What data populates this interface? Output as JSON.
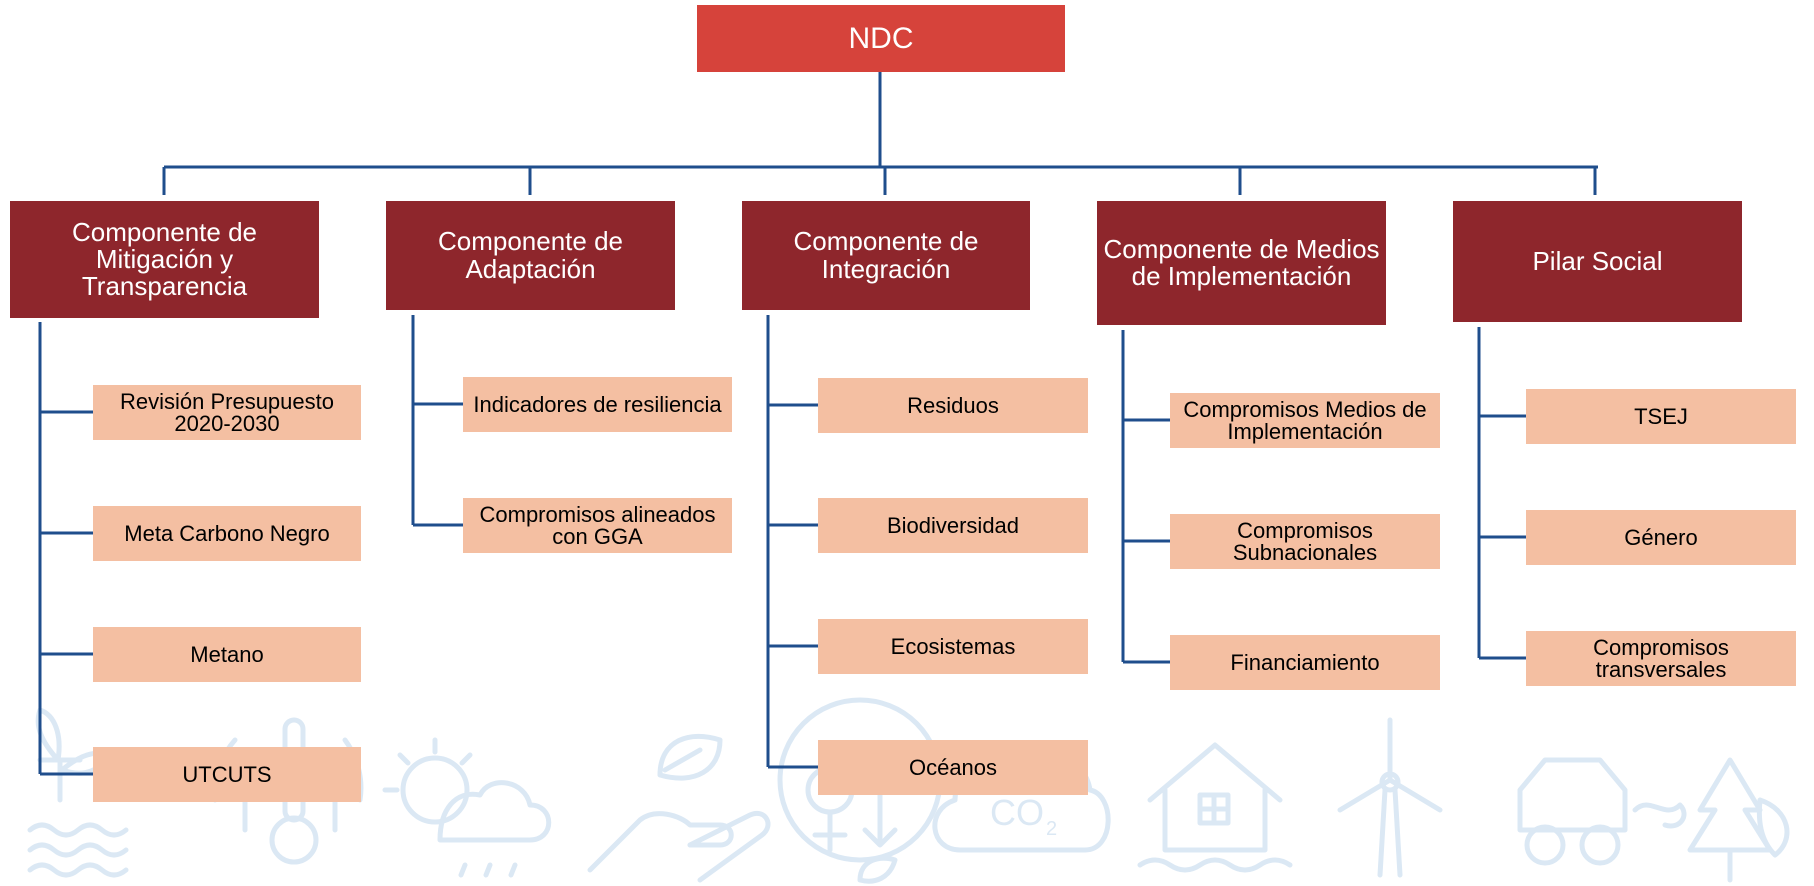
{
  "diagram": {
    "root": {
      "label": "NDC"
    },
    "components": [
      {
        "label": "Componente de Mitigación y Transparencia",
        "items": [
          "Revisión Presupuesto 2020-2030",
          "Meta Carbono Negro",
          "Metano",
          "UTCUTS"
        ]
      },
      {
        "label": "Componente de Adaptación",
        "items": [
          "Indicadores de resiliencia",
          "Compromisos alineados con GGA"
        ]
      },
      {
        "label": "Componente de Integración",
        "items": [
          "Residuos",
          "Biodiversidad",
          "Ecosistemas",
          "Océanos"
        ]
      },
      {
        "label": "Componente de Medios de Implementación",
        "items": [
          "Compromisos Medios de Implementación",
          "Compromisos Subnacionales",
          "Financiamiento"
        ]
      },
      {
        "label": "Pilar Social",
        "items": [
          "TSEJ",
          "Género",
          "Compromisos transversales"
        ]
      }
    ]
  },
  "colors": {
    "root_fill": "#d6433b",
    "component_fill": "#8e262c",
    "item_fill": "#f4bfa2",
    "connector": "#1f4e8c",
    "watermark_icons": "#dbe8f4"
  },
  "watermark_icons": [
    "plant-water-icon",
    "thermometer-globe-icon",
    "sun-cloud-rain-icon",
    "hand-leaf-icon",
    "gender-leaf-icon",
    "co2-cloud-icon",
    "house-flood-icon",
    "wind-turbine-icon",
    "car-emissions-icon",
    "tree-fire-icon"
  ]
}
